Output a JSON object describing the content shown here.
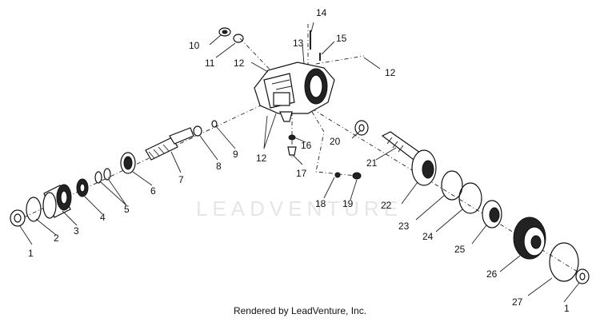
{
  "watermark": "LEADVENTURE",
  "footer": "Rendered by LeadVenture, Inc.",
  "callouts": {
    "c1a": "1",
    "c1b": "1",
    "c2": "2",
    "c3": "3",
    "c4": "4",
    "c5": "5",
    "c6": "6",
    "c7": "7",
    "c8": "8",
    "c9": "9",
    "c10": "10",
    "c11": "11",
    "c12a": "12",
    "c12b": "12",
    "c12c": "12",
    "c13": "13",
    "c14": "14",
    "c15": "15",
    "c16": "16",
    "c17": "17",
    "c18": "18",
    "c19": "19",
    "c20": "20",
    "c21": "21",
    "c22": "22",
    "c23": "23",
    "c24": "24",
    "c25": "25",
    "c26": "26",
    "c27": "27"
  }
}
